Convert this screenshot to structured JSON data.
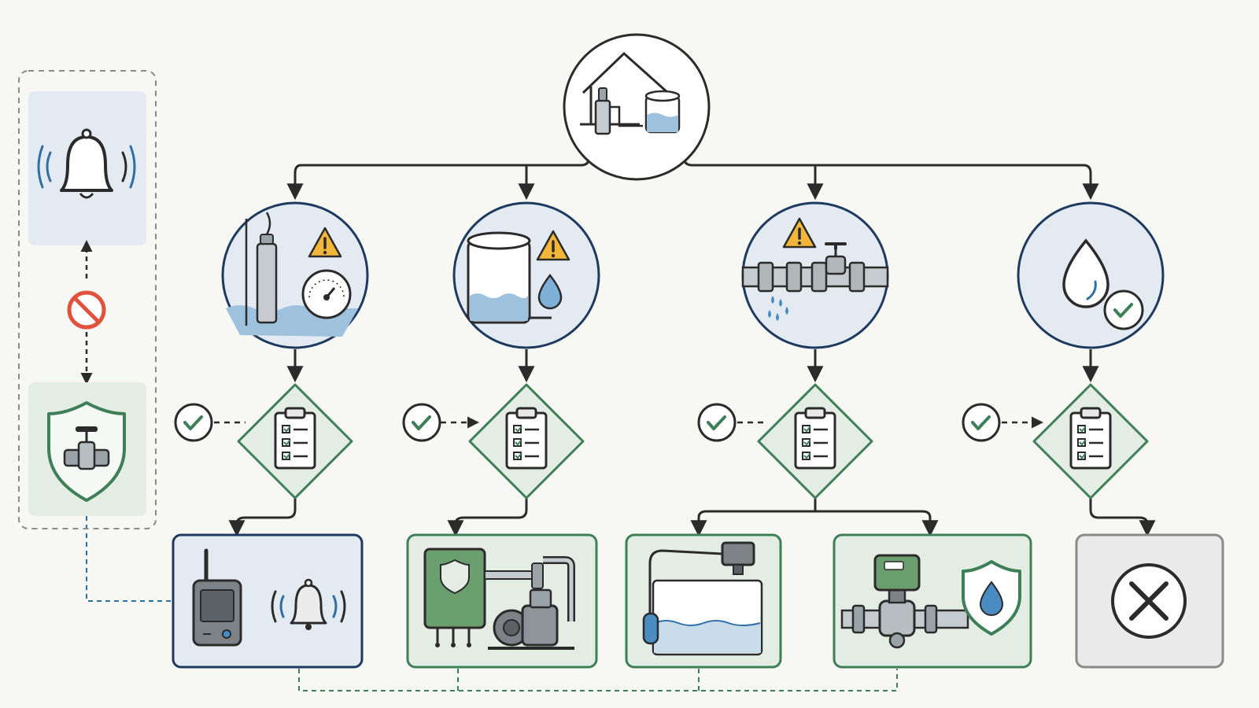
{
  "diagram": {
    "kind": "flowchart",
    "has_text": false,
    "colors": {
      "background": "#f7f7f4",
      "ink": "#2b2b2b",
      "navy": "#1f3a5f",
      "blue": "#2f6fa5",
      "water": "#9ec1dd",
      "green": "#3f7f58",
      "green_dark": "#2f6b43",
      "green_fill": "#6a9e6e",
      "warning": "#f2b63a",
      "prohibit": "#e0523b",
      "panel_blue": "#e3eaf1",
      "panel_green": "#e4ede4",
      "disabled": "#8a8a8a"
    },
    "nodes": [
      {
        "id": "source",
        "icon": "house-well-tank-icon"
      },
      {
        "id": "cond-low-well",
        "icon": "well-pump-warning-gauge-icon"
      },
      {
        "id": "cond-low-tank",
        "icon": "tank-warning-droplet-icon"
      },
      {
        "id": "cond-pipe-leak",
        "icon": "pipe-leak-warning-icon"
      },
      {
        "id": "cond-normal",
        "icon": "droplet-check-icon"
      },
      {
        "id": "check-1",
        "icon": "clipboard-checklist-icon"
      },
      {
        "id": "check-2",
        "icon": "clipboard-checklist-icon"
      },
      {
        "id": "check-3",
        "icon": "clipboard-checklist-icon"
      },
      {
        "id": "check-4",
        "icon": "clipboard-checklist-icon"
      },
      {
        "id": "result-alarm",
        "icon": "transmitter-bell-icon"
      },
      {
        "id": "result-pump-control",
        "icon": "controller-pump-icon"
      },
      {
        "id": "result-level-sensor",
        "icon": "tank-float-sensor-icon"
      },
      {
        "id": "result-shutoff-valve",
        "icon": "motorized-valve-shield-icon"
      },
      {
        "id": "result-none",
        "icon": "cancel-x-icon"
      },
      {
        "id": "side-alarm",
        "icon": "bell-icon"
      },
      {
        "id": "side-prohibit",
        "icon": "prohibit-icon"
      },
      {
        "id": "side-protect",
        "icon": "shield-valve-icon"
      }
    ],
    "edges": [
      {
        "from": "source",
        "to": "cond-low-well"
      },
      {
        "from": "source",
        "to": "cond-low-tank"
      },
      {
        "from": "source",
        "to": "cond-pipe-leak"
      },
      {
        "from": "source",
        "to": "cond-normal"
      },
      {
        "from": "cond-low-well",
        "to": "check-1"
      },
      {
        "from": "cond-low-tank",
        "to": "check-2"
      },
      {
        "from": "cond-pipe-leak",
        "to": "check-3"
      },
      {
        "from": "cond-normal",
        "to": "check-4"
      },
      {
        "from": "check-1",
        "to": "result-alarm"
      },
      {
        "from": "check-2",
        "to": "result-pump-control"
      },
      {
        "from": "check-3",
        "to": "result-level-sensor"
      },
      {
        "from": "check-3",
        "to": "result-shutoff-valve"
      },
      {
        "from": "check-4",
        "to": "result-none"
      }
    ]
  }
}
